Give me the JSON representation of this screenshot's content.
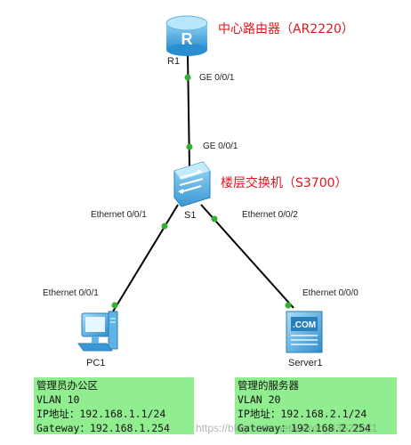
{
  "router": {
    "icon": "router-icon",
    "name": "R1",
    "title": "中心路由器（AR2220）",
    "port": "GE 0/0/1"
  },
  "switch": {
    "icon": "switch-icon",
    "name": "S1",
    "title": "楼层交换机（S3700）",
    "uplink_port": "GE 0/0/1",
    "port_pc": "Ethernet 0/0/1",
    "port_server": "Ethernet 0/0/2"
  },
  "pc": {
    "icon": "pc-icon",
    "name": "PC1",
    "port": "Ethernet 0/0/1",
    "info": [
      "管理员办公区",
      "VLAN 10",
      "IP地址：192.168.1.1/24",
      "Gateway：192.168.1.254"
    ]
  },
  "server": {
    "icon": "server-icon",
    "name": "Server1",
    "port": "Ethernet 0/0/0",
    "badge": ".COM",
    "info": [
      "管理的服务器",
      "VLAN 20",
      "IP地址：192.168.2.1/24",
      "Gateway：192.168.2.254"
    ]
  },
  "colors": {
    "link_dot": "#2fb32f",
    "note_bg": "#90ee90",
    "title_red": "#e0161d",
    "device_blue": "#3ea6e0"
  },
  "watermark": "https://blog.csdn.net/weixin_43522621"
}
